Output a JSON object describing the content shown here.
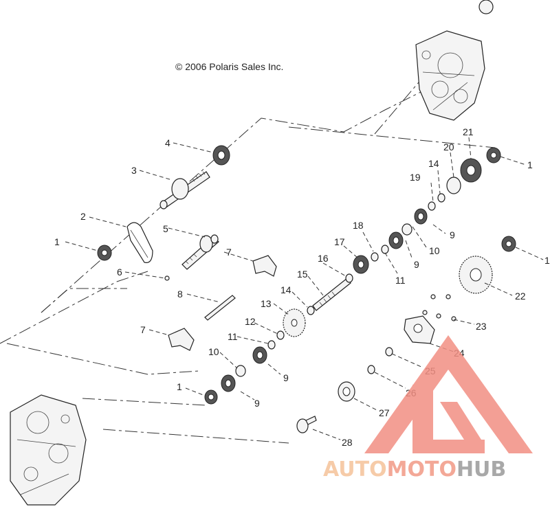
{
  "copyright": "© 2006 Polaris Sales Inc.",
  "callouts": [
    "1",
    "2",
    "3",
    "4",
    "5",
    "6",
    "7",
    "8",
    "9",
    "10",
    "11",
    "12",
    "13",
    "14",
    "15",
    "16",
    "17",
    "18",
    "19",
    "20",
    "21",
    "22",
    "23",
    "24",
    "25",
    "26",
    "27",
    "28"
  ],
  "watermark": {
    "part_a": "AUTO",
    "part_b": "MOTO",
    "part_c": "HUB",
    "color_a": "#f5c39a",
    "color_b": "#f29a86",
    "color_c": "#9a9a9a"
  }
}
